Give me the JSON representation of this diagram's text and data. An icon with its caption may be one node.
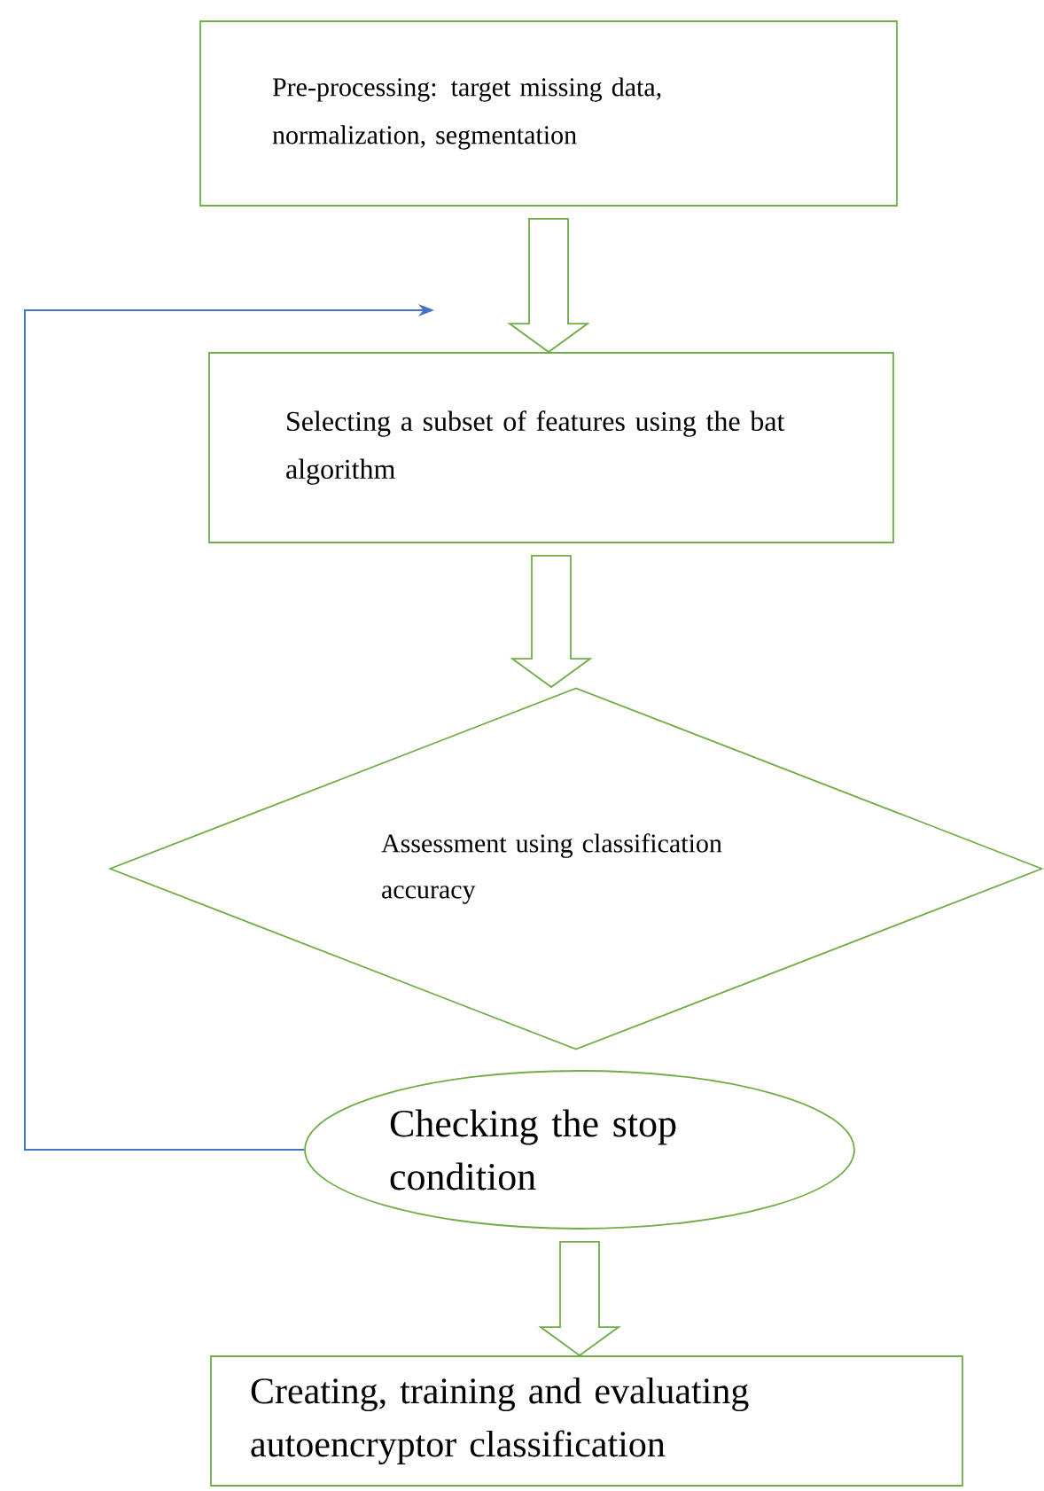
{
  "diagram": {
    "nodes": [
      {
        "text": [
          "Pre-processing: target missing data, normalization, segmentation"
        ]
      },
      {
        "text": [
          "Selecting a subset of features using the bat algorithm"
        ]
      },
      {
        "text": [
          "Assessment using classification accuracy"
        ]
      },
      {
        "text": [
          "Checking the stop condition"
        ]
      },
      {
        "text": [
          "Creating, training and evaluating autoencryptor classification"
        ]
      }
    ],
    "edges": [
      {
        "from": 0,
        "to": 1,
        "arrow": "to"
      },
      {
        "from": 1,
        "to": 2,
        "arrow": "to"
      },
      {
        "from": 3,
        "to": 4,
        "arrow": "to"
      },
      {
        "from": 3,
        "to": null,
        "arrow": "to",
        "color": "#4472c4"
      }
    ]
  }
}
